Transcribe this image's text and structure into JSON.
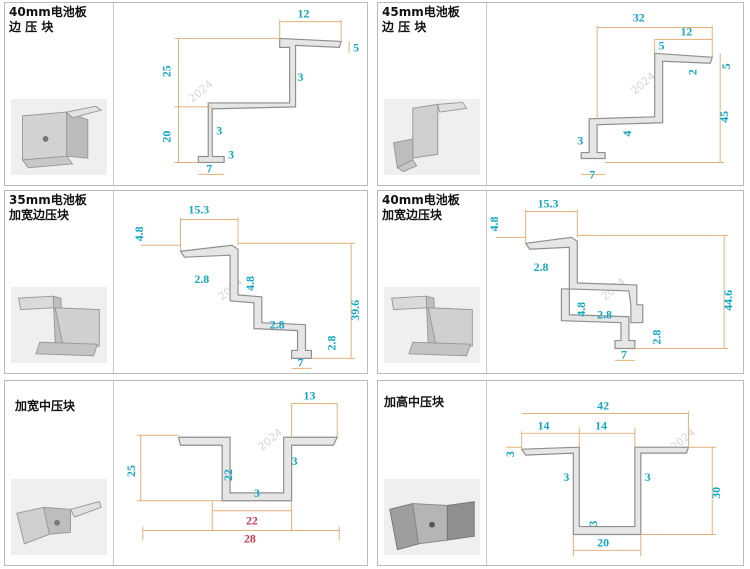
{
  "panels": [
    {
      "label": "40mm电池板\n边 压 块",
      "dims": [
        "12",
        "5",
        "25",
        "3",
        "3",
        "20",
        "3",
        "7"
      ]
    },
    {
      "label": "45mm电池板\n边 压 块",
      "dims": [
        "32",
        "12",
        "5",
        "2",
        "5",
        "45",
        "3",
        "4",
        "7"
      ]
    },
    {
      "label": "35mm电池板\n加宽边压块",
      "dims": [
        "15.3",
        "4.8",
        "2.8",
        "4.8",
        "39.6",
        "2.8",
        "2.8",
        "7"
      ]
    },
    {
      "label": "40mm电池板\n加宽边压块",
      "dims": [
        "15.3",
        "4.8",
        "2.8",
        "4.8",
        "2.8",
        "44.6",
        "2.8",
        "7"
      ]
    },
    {
      "label": "加宽中压块",
      "dims": [
        "13",
        "25",
        "22",
        "3",
        "3",
        "22",
        "28"
      ]
    },
    {
      "label": "加高中压块",
      "dims": [
        "42",
        "14",
        "14",
        "3",
        "3",
        "3",
        "30",
        "3",
        "20"
      ]
    }
  ],
  "colors": {
    "dimension": "#12a8c4",
    "dimension_bottom": "#c63b52",
    "extension": "#e3b07a"
  }
}
